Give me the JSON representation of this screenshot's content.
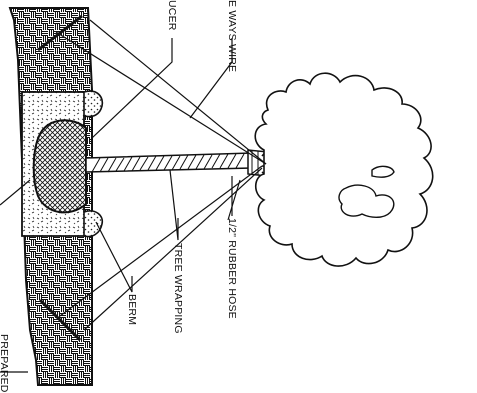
{
  "labels": {
    "guy_wire": "E WAYS WIRE",
    "saucer": "UCER",
    "rubber_hose": "1/2\" RUBBER HOSE",
    "tree_wrapping": "TREE WRAPPING",
    "berm": "BERM",
    "prepared": "PREPARED"
  }
}
